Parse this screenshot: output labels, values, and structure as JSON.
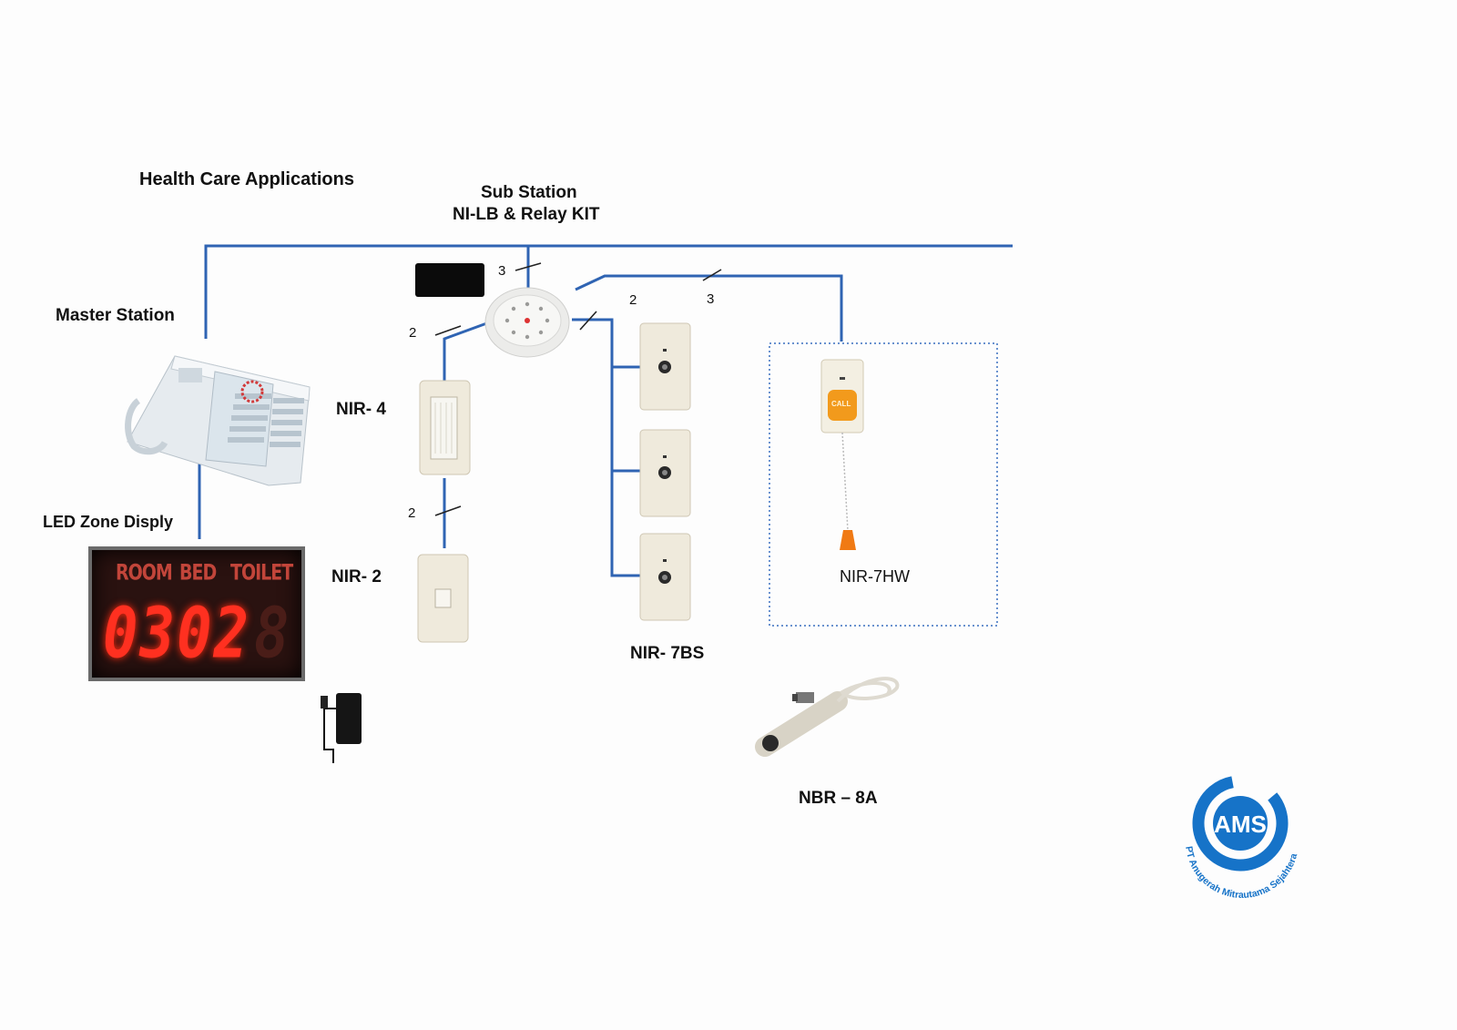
{
  "title": "Health Care Applications",
  "sub_station": {
    "line1": "Sub Station",
    "line2": "NI-LB & Relay KIT"
  },
  "labels": {
    "master_station": "Master Station",
    "led_zone_display": "LED Zone Disply",
    "nir4": "NIR- 4",
    "nir2": "NIR- 2",
    "nir7bs": "NIR- 7BS",
    "nir7hw": "NIR-7HW",
    "nbr8a": "NBR – 8A"
  },
  "wire_counts": {
    "sub_top": "3",
    "to_nir4": "2",
    "nir4_to_nir2": "2",
    "to_nir7bs": "2",
    "to_nir7hw": "3"
  },
  "led_display": {
    "header_room": "ROOM",
    "header_bed": "BED",
    "header_toilet": "TOILET",
    "digits": "0302",
    "ghost_digit": "8"
  },
  "call_button_text": "CALL",
  "logo": {
    "mark": "AMS",
    "company": "PT Anugerah Mitrautama Sejahtera",
    "brand_color": "#1673c8"
  },
  "colors": {
    "wire": "#2f64b3"
  }
}
